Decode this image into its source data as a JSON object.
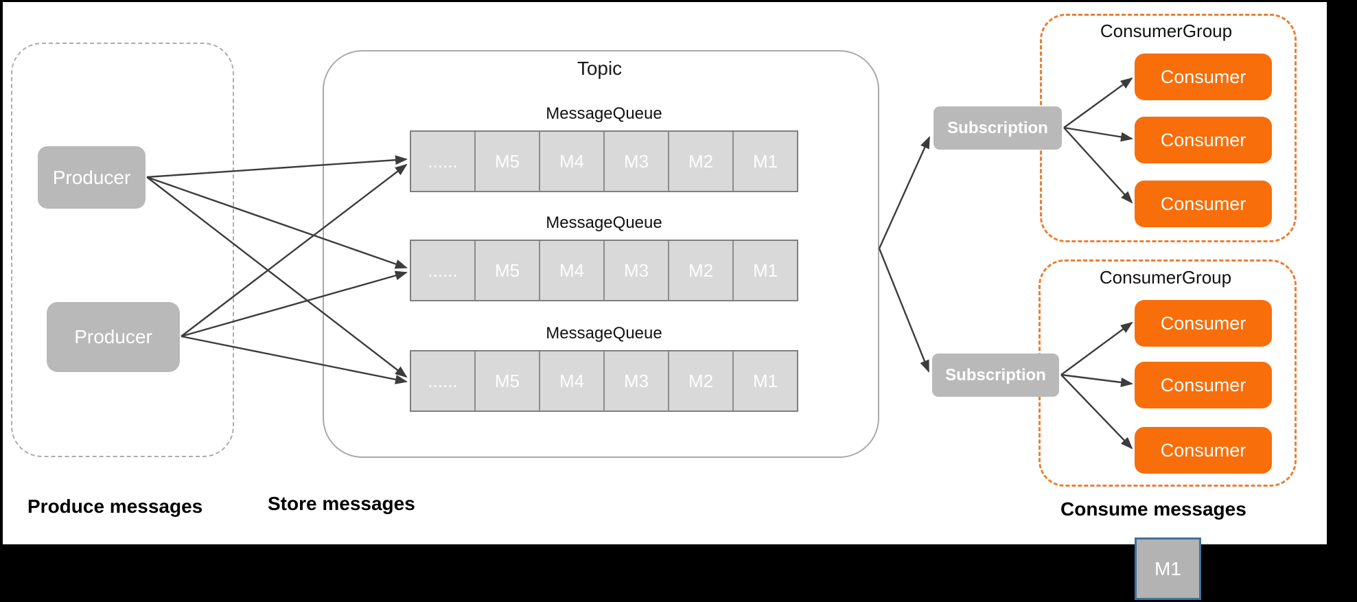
{
  "sections": {
    "produce": {
      "label": "Produce messages",
      "producers": [
        {
          "label": "Producer"
        },
        {
          "label": "Producer"
        }
      ]
    },
    "store": {
      "label": "Store messages",
      "topic": {
        "title": "Topic",
        "queues": [
          {
            "label": "MessageQueue",
            "cells": [
              "......",
              "M5",
              "M4",
              "M3",
              "M2",
              "M1"
            ]
          },
          {
            "label": "MessageQueue",
            "cells": [
              "......",
              "M5",
              "M4",
              "M3",
              "M2",
              "M1"
            ]
          },
          {
            "label": "MessageQueue",
            "cells": [
              "......",
              "M5",
              "M4",
              "M3",
              "M2",
              "M1"
            ]
          }
        ]
      }
    },
    "consume": {
      "label": "Consume messages",
      "subscriptions": [
        {
          "label": "Subscription"
        },
        {
          "label": "Subscription"
        }
      ],
      "consumer_groups": [
        {
          "title": "ConsumerGroup",
          "consumers": [
            {
              "label": "Consumer"
            },
            {
              "label": "Consumer"
            },
            {
              "label": "Consumer"
            }
          ]
        },
        {
          "title": "ConsumerGroup",
          "consumers": [
            {
              "label": "Consumer"
            },
            {
              "label": "Consumer"
            },
            {
              "label": "Consumer"
            }
          ]
        }
      ]
    },
    "floating_message": {
      "label": "M1"
    }
  },
  "colors": {
    "consumer_fill": "#F76E0B",
    "consumer_group_border": "#ED7D31",
    "gray_node_fill": "#B9B9B9",
    "queue_cell_fill": "#D9D9D9",
    "queue_border": "#7F7F7F",
    "topic_border": "#A9A9A9",
    "producer_group_border": "#ACACAC",
    "arrow": "#3C3C3C",
    "floating_message_fill": "#B3B3B3",
    "floating_message_border": "#41719C",
    "canvas_background": "#FFFFFF",
    "page_background": "#000000"
  }
}
